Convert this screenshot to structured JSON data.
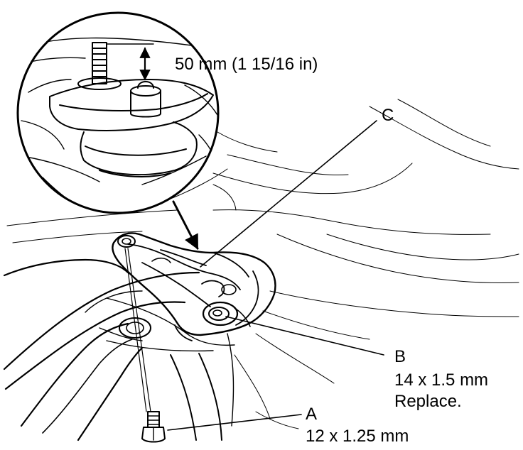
{
  "callouts": {
    "dimension": "50 mm (1 15/16 in)",
    "part_c": {
      "letter": "C"
    },
    "part_b": {
      "letter": "B",
      "spec": "14 x 1.5 mm",
      "note": "Replace."
    },
    "part_a": {
      "letter": "A",
      "spec": "12 x 1.25 mm"
    }
  },
  "colors": {
    "ink": "#000000",
    "paper": "#ffffff"
  }
}
